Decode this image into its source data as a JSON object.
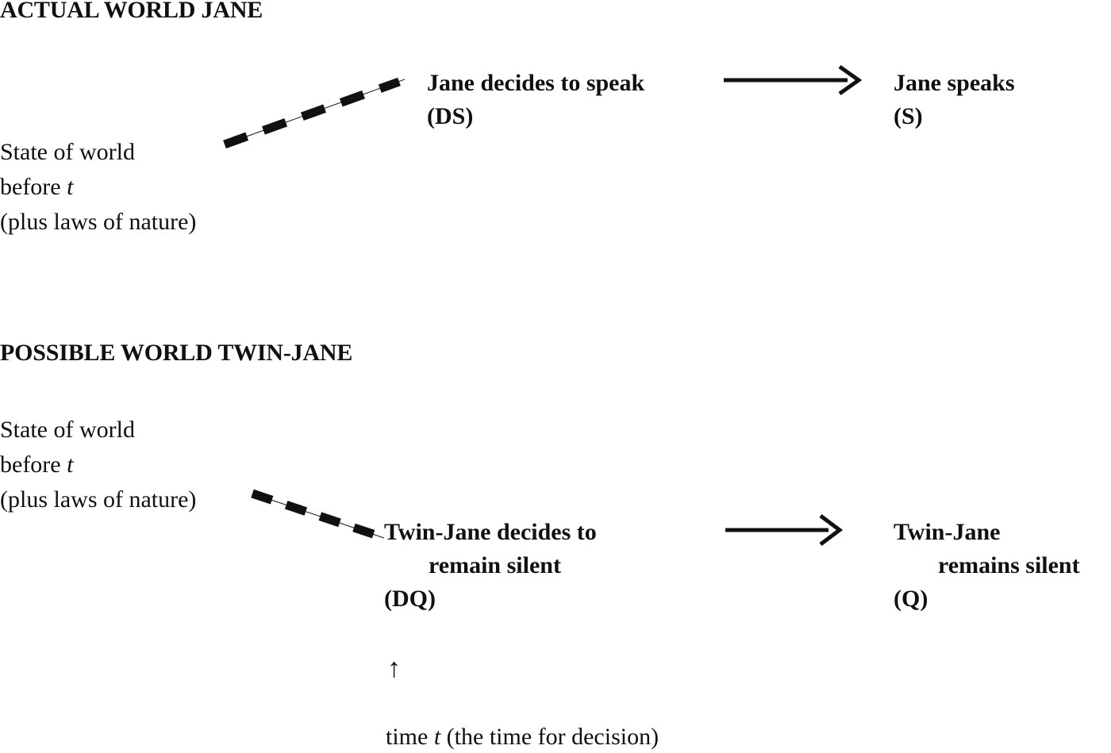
{
  "figure": {
    "title_actual": "ACTUAL WORLD JANE",
    "title_possible": "POSSIBLE WORLD TWIN-JANE",
    "ink_color": "#111111",
    "background_color": "#ffffff"
  },
  "actual_world": {
    "heading": "ACTUAL WORLD JANE",
    "state_node": {
      "line1": "State of world",
      "line2_prefix": "before ",
      "line2_italic": "t",
      "line3": "(plus laws of nature)"
    },
    "decision_node": {
      "line1": "Jane decides to speak",
      "line2": "(DS)"
    },
    "outcome_node": {
      "line1": "Jane speaks",
      "line2": "(S)"
    },
    "connector_dashed": "dashed-line-ascending",
    "connector_arrow": "solid-arrow-right"
  },
  "possible_world": {
    "heading": "POSSIBLE WORLD TWIN-JANE",
    "state_node": {
      "line1": "State of world",
      "line2_prefix": "before ",
      "line2_italic": "t",
      "line3": "(plus laws of nature)"
    },
    "decision_node": {
      "line1": "Twin-Jane decides to",
      "line2": "remain silent",
      "line3": "(DQ)"
    },
    "outcome_node": {
      "line1": "Twin-Jane",
      "line2": "remains silent",
      "line3": "(Q)"
    },
    "connector_dashed": "dashed-line-descending",
    "connector_arrow": "solid-arrow-right"
  },
  "time_marker": {
    "pointer_glyph": "↑",
    "caption_prefix": "time ",
    "caption_italic": "t",
    "caption_suffix": "  (the time for decision)"
  }
}
